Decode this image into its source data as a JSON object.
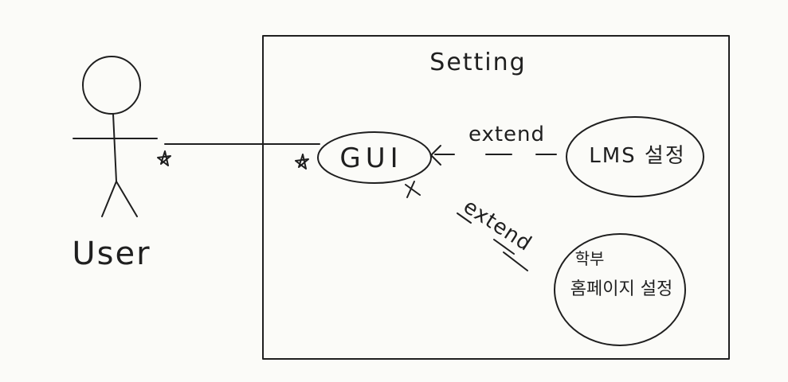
{
  "diagram": {
    "system": {
      "title": "Setting"
    },
    "actor": {
      "name": "User"
    },
    "use_cases": [
      {
        "id": "gui",
        "label": "GUI"
      },
      {
        "id": "lms",
        "label": "LMS 설정"
      },
      {
        "id": "homepage",
        "label_line1": "학부",
        "label_line2": "홈페이지 설정"
      }
    ],
    "relations": [
      {
        "type": "association",
        "from": "User",
        "to": "GUI"
      },
      {
        "type": "extend",
        "label": "extend",
        "from": "LMS 설정",
        "to": "GUI"
      },
      {
        "type": "extend",
        "label": "extend",
        "from": "홈페이지 설정",
        "to": "GUI"
      }
    ],
    "colors": {
      "ink": "#1f1f1f",
      "paper": "#fbfbf8"
    }
  }
}
